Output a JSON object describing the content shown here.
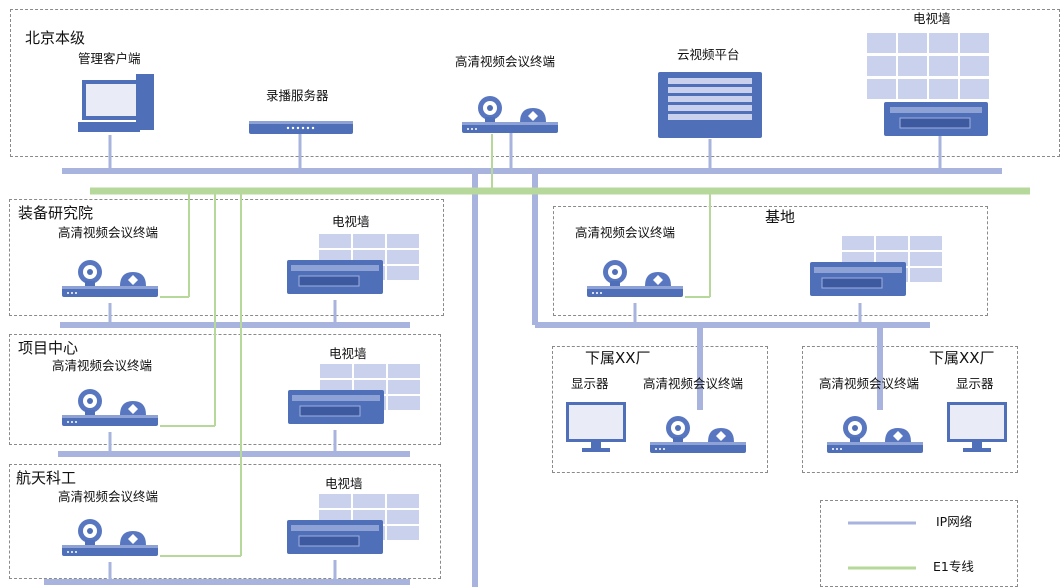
{
  "beijing": {
    "title": "北京本级",
    "pc": "管理客户端",
    "recorder": "录播服务器",
    "codec": "高清视频会议终端",
    "cloud": "云视频平台",
    "wall": "电视墙"
  },
  "equip": {
    "title": "装备研究院",
    "codec": "高清视频会议终端",
    "wall": "电视墙"
  },
  "project": {
    "title": "项目中心",
    "codec": "高清视频会议终端",
    "wall": "电视墙"
  },
  "aero": {
    "title": "航天科工",
    "codec": "高清视频会议终端",
    "wall": "电视墙"
  },
  "base": {
    "title": "基地",
    "codec": "高清视频会议终端"
  },
  "fac1": {
    "title": "下属XX厂",
    "monitor": "显示器",
    "codec": "高清视频会议终端"
  },
  "fac2": {
    "title": "下属XX厂",
    "monitor": "显示器",
    "codec": "高清视频会议终端"
  },
  "legend": {
    "ip": "IP网络",
    "e1": "E1专线"
  },
  "colors": {
    "ip": "#a9b4de",
    "e1": "#b6d89a",
    "device": "#4f6fb8"
  }
}
